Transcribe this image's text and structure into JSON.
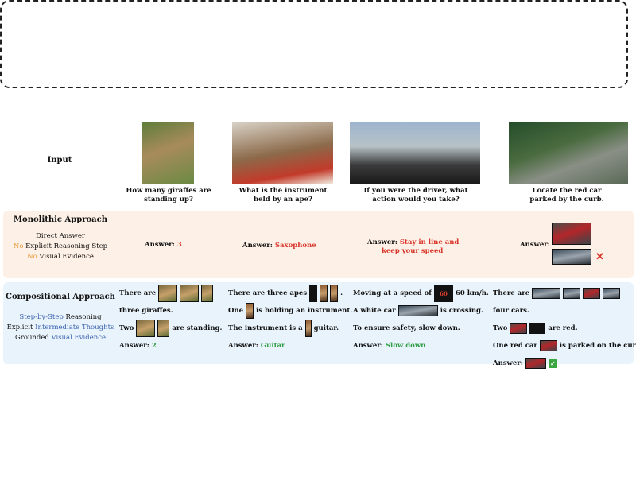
{
  "input": {
    "label": "Input",
    "questions": [
      [
        "How many giraffes are",
        "standing up?"
      ],
      [
        "What is the instrument",
        "held by an ape?"
      ],
      [
        "If you were the driver, what",
        "action would you take?"
      ],
      [
        "Locate the red car",
        "parked by the curb."
      ]
    ]
  },
  "monolithic": {
    "title": "Monolithic Approach",
    "lines": {
      "direct": "Direct Answer",
      "no1": "No",
      "reasoning": "Explicit Reasoning Step",
      "no2": "No",
      "evidence": "Visual Evidence"
    },
    "answer_prefix": "Answer:",
    "answers": [
      "3",
      "Saxophone",
      "Stay in line and",
      "keep your speed"
    ],
    "wrong_mark": "✕"
  },
  "compositional": {
    "title": "Compositional Approach",
    "lines": {
      "step": "Step-by-Step",
      "step_rest": "Reasoning",
      "explicit": "Explicit",
      "intermediate": "Intermediate Thoughts",
      "grounded": "Grounded",
      "visual_ev": "Visual Evidence"
    },
    "col1": {
      "l1a": "There are",
      "l2": "three giraffes.",
      "l3a": "Two",
      "l3b": "are standing.",
      "answer": "2"
    },
    "col2": {
      "l1a": "There are three apes",
      "l1b": ".",
      "l2a": "One",
      "l2b": "is holding an instrument.",
      "l3a": "The instrument is a",
      "l3b": "guitar.",
      "answer": "Guitar"
    },
    "col3": {
      "l1a": "Moving at a speed of",
      "speed": "60",
      "l1b": "60 km/h.",
      "l2a": "A white car",
      "l2b": "is crossing.",
      "l3": "To ensure safety,  slow down.",
      "answer": "Slow down"
    },
    "col4": {
      "l1a": "There are",
      "l2": "four cars.",
      "l3a": "Two",
      "l3b": "are red.",
      "l4a": "One red car",
      "l4b": "is parked on the curb.",
      "check": "✓"
    },
    "answer_prefix": "Answer:"
  }
}
